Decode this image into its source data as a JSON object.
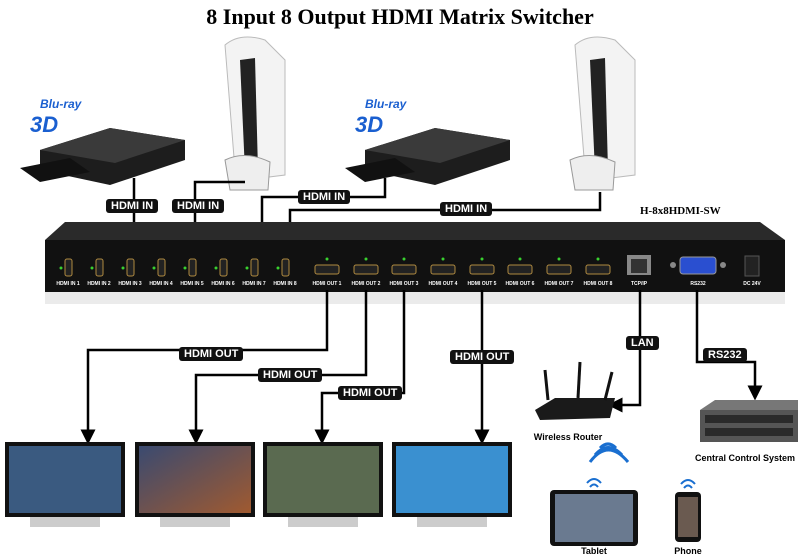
{
  "title": "8 Input 8 Output HDMI Matrix Switcher",
  "model": "H-8x8HDMI-SW",
  "sources": [
    {
      "type": "blu-ray-player",
      "logo": "Blu-ray 3D"
    },
    {
      "type": "game-console"
    },
    {
      "type": "blu-ray-player",
      "logo": "Blu-ray 3D"
    },
    {
      "type": "game-console"
    }
  ],
  "connection_labels": {
    "hdmi_in": "HDMI IN",
    "hdmi_out": "HDMI OUT",
    "lan": "LAN",
    "rs232": "RS232"
  },
  "panel": {
    "inputs": [
      "HDMI IN 1",
      "HDMI IN 2",
      "HDMI IN 3",
      "HDMI IN 4",
      "HDMI IN 5",
      "HDMI IN 6",
      "HDMI IN 7",
      "HDMI IN 8"
    ],
    "outputs": [
      "HDMI OUT 1",
      "HDMI OUT 2",
      "HDMI OUT 3",
      "HDMI OUT 4",
      "HDMI OUT 5",
      "HDMI OUT 6",
      "HDMI OUT 7",
      "HDMI OUT 8"
    ],
    "tcpip": "TCP/IP",
    "rs232": "RS232",
    "power": "DC 24V",
    "led_color": "#39d12f"
  },
  "devices": {
    "router": "Wireless Router",
    "control": "Central Control System",
    "tablet": "Tablet",
    "phone": "Phone"
  }
}
